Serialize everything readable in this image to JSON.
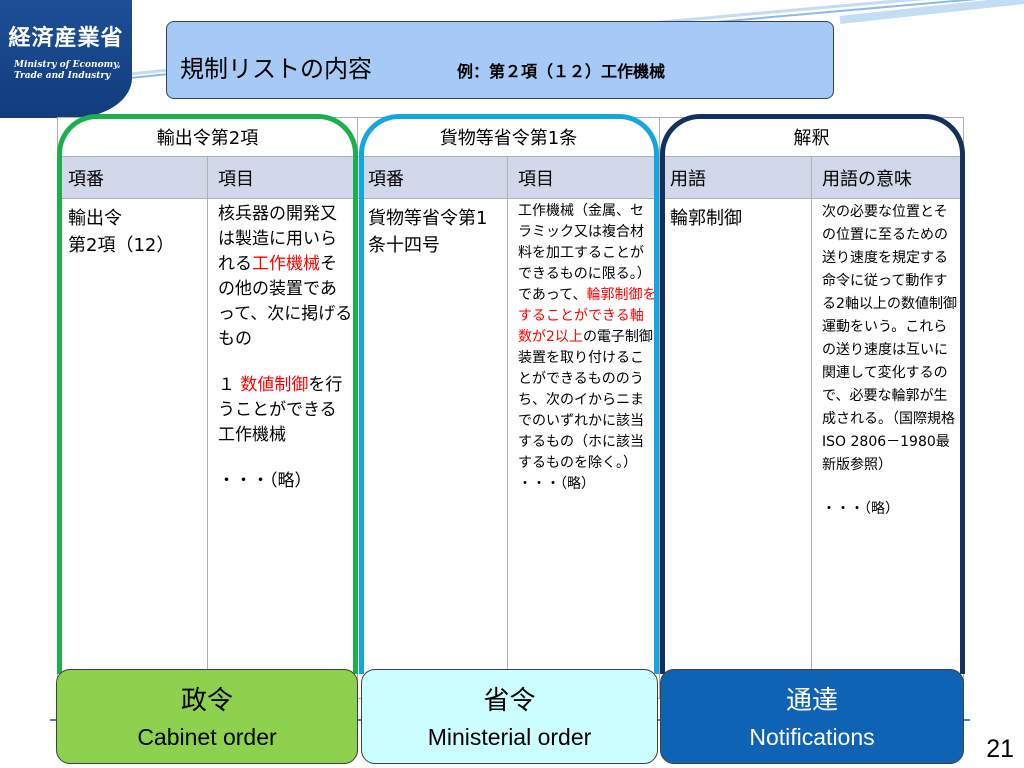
{
  "logo": {
    "jp": "経済産業省",
    "en_line1": "Ministry of Economy,",
    "en_line2": "Trade and Industry"
  },
  "title": {
    "main": "規制リストの内容",
    "sub": "例：第２項（１２）工作機械"
  },
  "table": {
    "groups": [
      "輸出令第2項",
      "貨物等省令第1条",
      "解釈"
    ],
    "subheaders": [
      "項番",
      "項目",
      "項番",
      "項目",
      "用語",
      "用語の意味"
    ],
    "col1": "輸出令\n第2項（12）",
    "col2": {
      "t1": "核兵器の開発又は製造に用いられる",
      "t1_red": "工作機械",
      "t1_tail": "その他の装置であって、次に掲げるもの",
      "t2_prefix": "１ ",
      "t2_red": "数値制御",
      "t2_tail": "を行うことができる工作機械",
      "t3": "・・・（略）"
    },
    "col3": "貨物等省令第1条十四号",
    "col4": {
      "t1": "工作機械（金属、セラミック又は複合材料を加工することができるものに限る。）であって、",
      "t1_red": "輪郭制御をすることができる軸数が2以上",
      "t1_tail": "の電子制御装置を取り付けることができるもののうち、次のイからニまでのいずれかに該当するもの（ホに該当するものを除く。）",
      "t2": "・・・（略）"
    },
    "col5": "輪郭制御",
    "col6": {
      "t1": "次の必要な位置とその位置に至るための送り速度を規定する命令に従って動作する2軸以上の数値制御運動をいう。これらの送り速度は互いに関連して変化するので、必要な輪郭が生成される。（国際規格ISO 2806－1980最新版参照）",
      "t2": "・・・（略）"
    }
  },
  "categories": [
    {
      "jp": "政令",
      "en": "Cabinet order"
    },
    {
      "jp": "省令",
      "en": "Ministerial order"
    },
    {
      "jp": "通達",
      "en": "Notifications"
    }
  ],
  "page_number": "21",
  "colors": {
    "title_bg": "#a7c9f6",
    "subheader_bg": "#d1d8ea",
    "green": "#1bb04b",
    "cyan": "#13a6e2",
    "navy": "#13315c",
    "red": "#ff0000"
  }
}
